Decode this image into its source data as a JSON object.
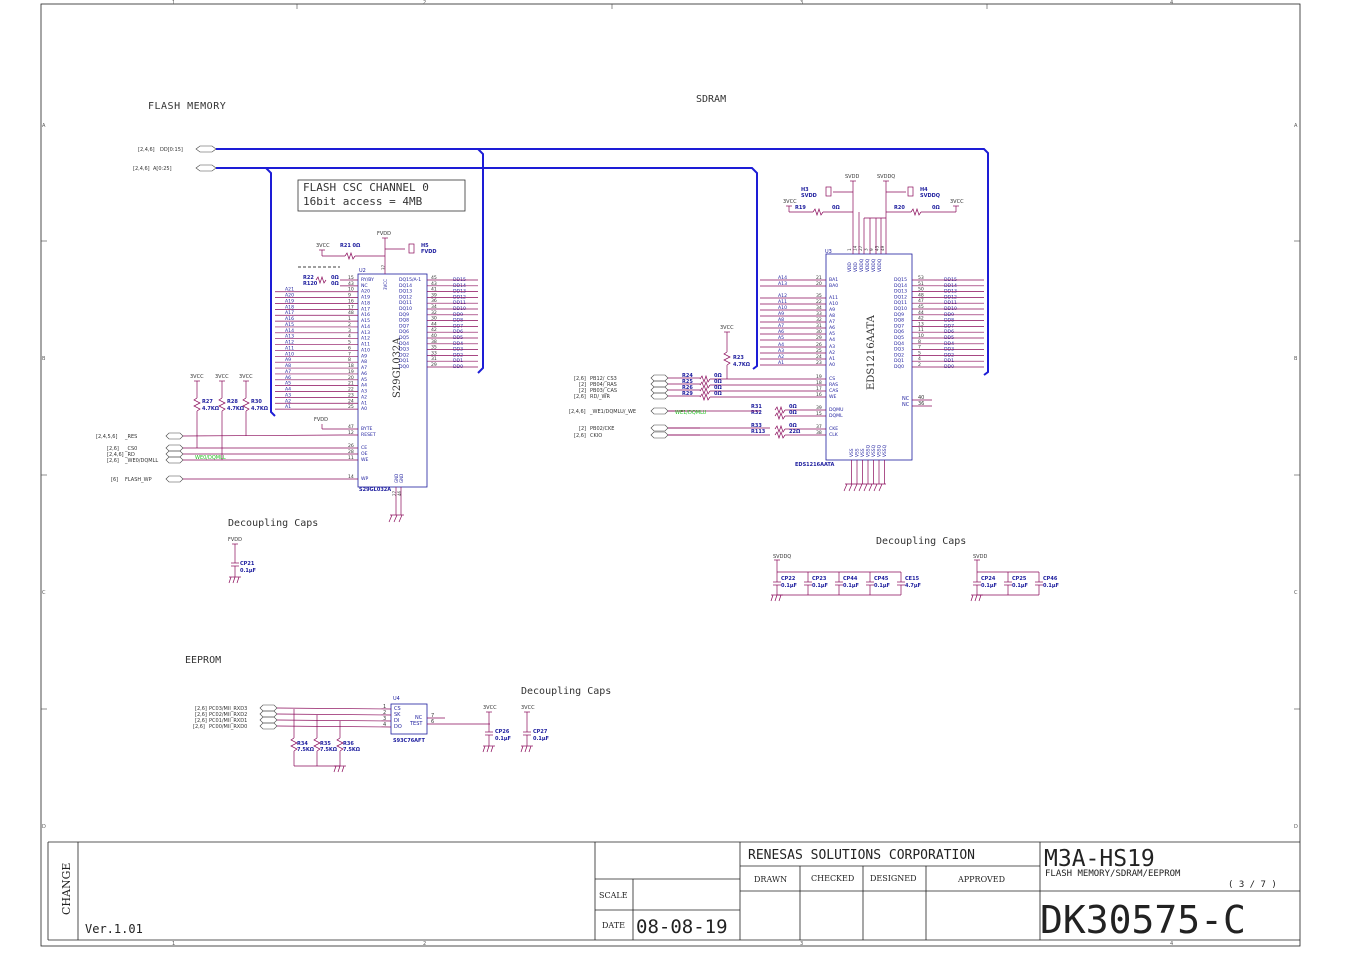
{
  "colors": {
    "bus": "#1d1dd6",
    "net": "#8a0a5a",
    "pin_text": "#1d1d9e",
    "green_net": "#22c022",
    "ink": "#111111"
  },
  "sections": {
    "flash_memory": "FLASH MEMORY",
    "sdram": "SDRAM",
    "eeprom": "EEPROM",
    "decoupling_flash": "Decoupling Caps",
    "decoupling_sdram": "Decoupling Caps",
    "decoupling_eeprom": "Decoupling Caps"
  },
  "note": {
    "line1": "FLASH CSC CHANNEL 0",
    "line2": "16bit access = 4MB"
  },
  "bus_ports": {
    "dd": "DD[0:15]",
    "dd_ref": "[2,4,6]",
    "a": "A[0:25]",
    "a_ref": "[2,4,6]"
  },
  "flash": {
    "ref": "U2",
    "part": "S29GL032A",
    "part_vertical": "S29GL032A",
    "addr_nets": [
      "A21",
      "A20",
      "A19",
      "A18",
      "A17",
      "A16",
      "A15",
      "A14",
      "A13",
      "A12",
      "A11",
      "A10",
      "A9",
      "A8",
      "A7",
      "A6",
      "A5",
      "A4",
      "A3",
      "A2",
      "A1"
    ],
    "addr_pin_nums": [
      "15",
      "43",
      "10",
      "9",
      "16",
      "17",
      "48",
      "1",
      "2",
      "3",
      "4",
      "5",
      "6",
      "7",
      "8",
      "18",
      "19",
      "20",
      "21",
      "22",
      "23",
      "24",
      "25"
    ],
    "left_pins": [
      "RY/BY",
      "NC",
      "A20",
      "A19",
      "A18",
      "A17",
      "A16",
      "A15",
      "A14",
      "A13",
      "A12",
      "A11",
      "A10",
      "A9",
      "A8",
      "A7",
      "A6",
      "A5",
      "A4",
      "A3",
      "A2",
      "A1",
      "A0"
    ],
    "dq_pins": [
      "DQ15/A-1",
      "DQ14",
      "DQ13",
      "DQ12",
      "DQ11",
      "DQ10",
      "DQ9",
      "DQ8",
      "DQ7",
      "DQ6",
      "DQ5",
      "DQ4",
      "DQ3",
      "DQ2",
      "DQ1",
      "DQ0"
    ],
    "dq_pin_nums": [
      "45",
      "43",
      "41",
      "39",
      "36",
      "34",
      "32",
      "30",
      "44",
      "42",
      "40",
      "38",
      "35",
      "33",
      "31",
      "29"
    ],
    "dd_nets": [
      "DD15",
      "DD14",
      "DD13",
      "DD12",
      "DD11",
      "DD10",
      "DD9",
      "DD8",
      "DD7",
      "DD6",
      "DD5",
      "DD4",
      "DD3",
      "DD2",
      "DD1",
      "DD0"
    ],
    "ctrl_pins": [
      "BYTE",
      "RESET",
      "CE",
      "OE",
      "WE",
      "WP"
    ],
    "ctrl_pin_nums": [
      "47",
      "12",
      "26",
      "28",
      "11",
      "14"
    ],
    "vcc_pin": "3VCC",
    "vcc_num": "37",
    "gnd_pins": [
      "GND",
      "GND"
    ],
    "gnd_nums": [
      "27",
      "46"
    ],
    "r21": "R21 0Ω",
    "r22": "R22",
    "r22_val": "0Ω",
    "r120": "R120",
    "r120_val": "0Ω",
    "fvdd": "FVDD",
    "h5": "H5",
    "h5_label": "FVDD",
    "supply_3vcc": "3VCC"
  },
  "flash_ctrl_ports": [
    {
      "ref": "[2,4,5,6]",
      "name": "_RES"
    },
    {
      "ref": "[2,6]",
      "name": "_CS0"
    },
    {
      "ref": "[2,4,6]",
      "name": "_RD"
    },
    {
      "ref": "[2,6]",
      "name": "_WE0/DQMLL"
    },
    {
      "ref": "[6]",
      "name": "FLASH_WP"
    }
  ],
  "flash_pullups": [
    {
      "ref": "R27",
      "val": "4.7KΩ",
      "supply": "3VCC"
    },
    {
      "ref": "R28",
      "val": "4.7KΩ",
      "supply": "3VCC"
    },
    {
      "ref": "R30",
      "val": "4.7KΩ",
      "supply": "3VCC"
    }
  ],
  "flash_green_label": "WE0/DQMLL",
  "sdram": {
    "ref": "U3",
    "part": "EDS1216AATA",
    "part_vertical": "EDS1216AATA",
    "left_nets": [
      "A14",
      "A13",
      "A12",
      "A11",
      "A10",
      "A9",
      "A8",
      "A7",
      "A6",
      "A5",
      "A4",
      "A3",
      "A2",
      "A1"
    ],
    "left_pins": [
      "BA1",
      "BA0",
      "A11",
      "A10",
      "A9",
      "A8",
      "A7",
      "A6",
      "A5",
      "A4",
      "A3",
      "A2",
      "A1",
      "A0"
    ],
    "left_nums": [
      "21",
      "20",
      "35",
      "22",
      "34",
      "33",
      "32",
      "31",
      "30",
      "29",
      "26",
      "25",
      "24",
      "23"
    ],
    "ctrl_pins": [
      "CS",
      "RAS",
      "CAS",
      "WE"
    ],
    "ctrl_nums": [
      "19",
      "18",
      "17",
      "16"
    ],
    "dqm_pins": [
      "DQMU",
      "DQML"
    ],
    "dqm_nums": [
      "39",
      "15"
    ],
    "clk_pins": [
      "CKE",
      "CLK"
    ],
    "clk_nums": [
      "37",
      "38"
    ],
    "dq_pins": [
      "DQ15",
      "DQ14",
      "DQ13",
      "DQ12",
      "DQ11",
      "DQ10",
      "DQ9",
      "DQ8",
      "DQ7",
      "DQ6",
      "DQ5",
      "DQ4",
      "DQ3",
      "DQ2",
      "DQ1",
      "DQ0"
    ],
    "dq_nums": [
      "53",
      "51",
      "50",
      "48",
      "47",
      "45",
      "44",
      "42",
      "13",
      "11",
      "10",
      "8",
      "7",
      "5",
      "4",
      "2"
    ],
    "nc_pins": [
      "NC",
      "NC"
    ],
    "nc_nums": [
      "40",
      "36"
    ],
    "top_pins": [
      "VDD",
      "VDD",
      "VDDQ",
      "VDDQ",
      "VDDQ",
      "VDDQ"
    ],
    "top_nums": [
      "1",
      "14",
      "27",
      "3",
      "9",
      "43",
      "49"
    ],
    "bottom_pins": [
      "VSS",
      "VSS",
      "VSS",
      "VSSQ",
      "VSSQ",
      "VSSQ",
      "VSSQ"
    ],
    "h3": "H3",
    "h3_label": "SVDD",
    "h4": "H4",
    "h4_label": "SVDDQ",
    "svdd": "SVDD",
    "svddq": "SVDDQ",
    "r19": "R19",
    "r19_val": "0Ω",
    "r20": "R20",
    "r20_val": "0Ω",
    "vcc_left": "3VCC",
    "vcc_right": "3VCC",
    "r23": "R23",
    "r23_val": "4.7KΩ",
    "r23_supply": "3VCC"
  },
  "sdram_ctrl_ports": [
    {
      "ref": "[2,6]",
      "name": "PB12/_CS3"
    },
    {
      "ref": "[2]",
      "name": "PB04/_RAS"
    },
    {
      "ref": "[2]",
      "name": "PB03/_CAS"
    },
    {
      "ref": "[2,6]",
      "name": "RD/_WR"
    },
    {
      "ref": "[2,4,6]",
      "name": "_WE1/DQMLU/_WE"
    },
    {
      "ref": "[2]",
      "name": "PB02/CKE"
    },
    {
      "ref": "[2,6]",
      "name": "CKIO"
    }
  ],
  "sdram_resistors": [
    {
      "ref": "R24",
      "val": "0Ω"
    },
    {
      "ref": "R25",
      "val": "0Ω"
    },
    {
      "ref": "R26",
      "val": "0Ω"
    },
    {
      "ref": "R29",
      "val": "0Ω"
    },
    {
      "ref": "R31",
      "val": "0Ω"
    },
    {
      "ref": "R32",
      "val": "0Ω"
    },
    {
      "ref": "R33",
      "val": "0Ω"
    },
    {
      "ref": "R113",
      "val": "22Ω"
    }
  ],
  "sdram_green_label": "WE1/DQMLU",
  "caps_flash": [
    {
      "ref": "CP21",
      "val": "0.1μF",
      "supply": "FVDD"
    }
  ],
  "caps_sdram_q": {
    "supply": "SVDDQ",
    "items": [
      {
        "ref": "CP22",
        "val": "0.1μF"
      },
      {
        "ref": "CP23",
        "val": "0.1μF"
      },
      {
        "ref": "CP44",
        "val": "0.1μF"
      },
      {
        "ref": "CP45",
        "val": "0.1μF"
      },
      {
        "ref": "CE15",
        "val": "4.7μF"
      }
    ]
  },
  "caps_sdram": {
    "supply": "SVDD",
    "items": [
      {
        "ref": "CP24",
        "val": "0.1μF"
      },
      {
        "ref": "CP25",
        "val": "0.1μF"
      },
      {
        "ref": "CP46",
        "val": "0.1μF"
      }
    ]
  },
  "eeprom": {
    "ref": "U4",
    "part": "S93C76AFT",
    "pins": [
      "CS",
      "SK",
      "DI",
      "DO"
    ],
    "pin_nums": [
      "1",
      "2",
      "3",
      "4"
    ],
    "right_pins": [
      "NC",
      "TEST"
    ],
    "right_nums": [
      "7",
      "6"
    ],
    "ports": [
      {
        "ref": "[2,6]",
        "name": "PC03/MII_RXD3"
      },
      {
        "ref": "[2,6]",
        "name": "PC02/MII_RXD2"
      },
      {
        "ref": "[2,6]",
        "name": "PC01/MII_RXD1"
      },
      {
        "ref": "[2,6]",
        "name": "PC00/MII_RXD0"
      }
    ],
    "resistors": [
      {
        "ref": "R34",
        "val": "7.5KΩ"
      },
      {
        "ref": "R35",
        "val": "7.5KΩ"
      },
      {
        "ref": "R36",
        "val": "7.5KΩ"
      }
    ],
    "supply": "3VCC"
  },
  "caps_eeprom": [
    {
      "ref": "CP26",
      "val": "0.1μF",
      "supply": "3VCC"
    },
    {
      "ref": "CP27",
      "val": "0.1μF",
      "supply": "3VCC"
    }
  ],
  "title_block": {
    "change": "CHANGE",
    "version": "Ver.1.01",
    "company": "RENESAS SOLUTIONS CORPORATION",
    "drawn": "DRAWN",
    "checked": "CHECKED",
    "designed": "DESIGNED",
    "approved": "APPROVED",
    "scale": "SCALE",
    "date_label": "DATE",
    "date": "08-08-19",
    "model": "M3A-HS19",
    "sheet_title": "FLASH MEMORY/SDRAM/EEPROM",
    "page": "( 3 / 7 )",
    "doc_number": "DK30575-C"
  },
  "border": {
    "cols": [
      "1",
      "2",
      "3",
      "4"
    ],
    "rows": [
      "A",
      "B",
      "C",
      "D"
    ]
  }
}
